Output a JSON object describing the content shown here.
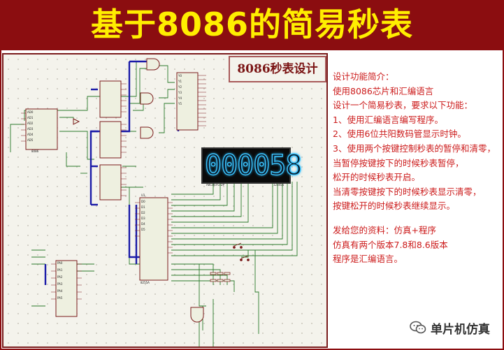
{
  "banner": {
    "title": "基于8086的简易秒表"
  },
  "schematic": {
    "header_title": "8086秒表设计",
    "display_value": "000058",
    "chip_label": "U1"
  },
  "description": {
    "lines": [
      "设计功能简介：",
      "使用8086芯片和汇编语言",
      "设计一个简易秒表，要求以下功能：",
      "1、使用汇编语言编写程序。",
      "2、使用6位共阳数码管显示时钟。",
      "3、使用两个按键控制秒表的暂停和清零，",
      "当暂停按键按下的时候秒表暂停，",
      "松开的时候秒表开启。",
      "当清零按键按下的时候秒表显示清零，",
      "按键松开的时候秒表继续显示。"
    ],
    "resources": [
      "发给您的资料：仿真+程序",
      "仿真有两个版本7.8和8.6版本",
      "程序是汇编语言。"
    ]
  },
  "watermark": {
    "label": "单片机仿真"
  },
  "colors": {
    "banner_bg": "#8b0d10",
    "banner_text": "#ffee00",
    "body_text": "#cc1b1b",
    "lcd_segment": "#3cc6ff",
    "wire": "#2a7a2a",
    "bus": "#1a1aa8"
  }
}
